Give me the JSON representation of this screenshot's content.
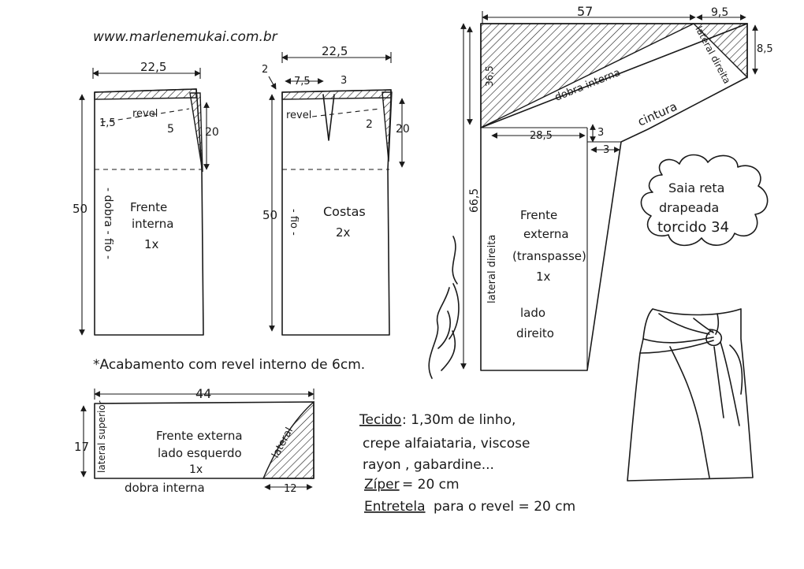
{
  "website": "www.marlenemukai.com.br",
  "title_cloud": [
    "Saia reta",
    "drapeada",
    "torcido 34"
  ],
  "signature": "Marlene Mukai",
  "front_inner": {
    "width": "22,5",
    "length": "50",
    "facing_depth": "1,5",
    "facing": "revel",
    "dart_width": "5",
    "dart_length": "20",
    "fold_label": "- dobra - fio -",
    "name": "Frente",
    "name2": "interna",
    "qty": "1x"
  },
  "back": {
    "width": "22,5",
    "length": "50",
    "waist_rise": "2",
    "dart_pos": "7,5",
    "dart_width": "3",
    "facing": "revel",
    "side_curve": "2",
    "dart_length": "20",
    "grain": "- fio -",
    "name": "Costas",
    "qty": "2x"
  },
  "finish_note": "*Acabamento com revel interno de 6cm.",
  "front_external_left": {
    "width": "44",
    "height": "17",
    "side_label": "lateral superior",
    "side_curve": "lateral",
    "curve_width": "12",
    "fold_label": "dobra interna",
    "name": "Frente externa",
    "name2": "lado esquerdo",
    "qty": "1x"
  },
  "front_external_right": {
    "top_width": "57",
    "top_right": "9,5",
    "right_height": "8,5",
    "diag_height": "36,5",
    "inner_fold": "dobra interna",
    "side_label": "lateral direita",
    "waist_label": "cintura",
    "inner_width": "28,5",
    "step_a": "3",
    "step_b": "3",
    "length": "66,5",
    "side_left": "lateral direita",
    "name": "Frente",
    "name2": "externa",
    "name3": "(transpasse)",
    "qty": "1x",
    "side": "lado",
    "side2": "direito"
  },
  "materials": {
    "fabric_label": "Tecido",
    "fabric_line1": ": 1,30m  de linho,",
    "fabric_line2": "crepe alfaiataria, viscose",
    "fabric_line3": "rayon , gabardine...",
    "zipper_label": "Zíper",
    "zipper_value": "= 20 cm",
    "interfacing_label": "Entretela",
    "interfacing_value": "para  o revel = 20 cm"
  }
}
